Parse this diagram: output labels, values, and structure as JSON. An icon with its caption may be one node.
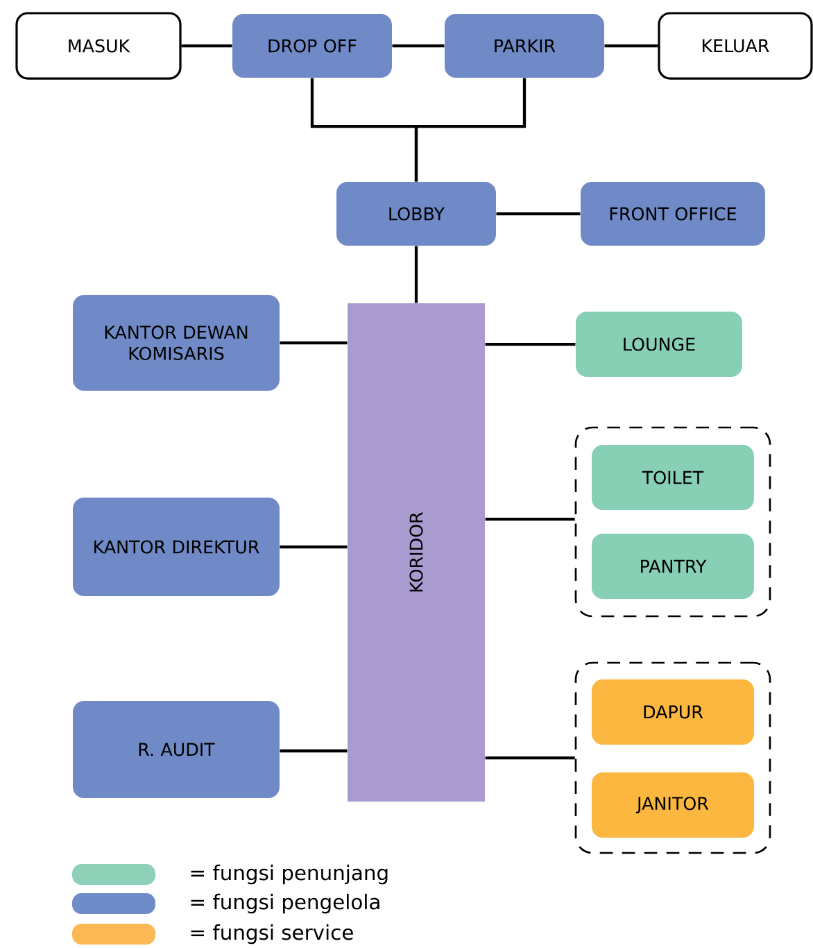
{
  "diagram": {
    "nodes": [
      {
        "text": [
          "MASUK"
        ]
      },
      {
        "text": [
          "DROP OFF"
        ]
      },
      {
        "text": [
          "PARKIR"
        ]
      },
      {
        "text": [
          "KELUAR"
        ]
      },
      {
        "text": [
          "LOBBY"
        ]
      },
      {
        "text": [
          "FRONT OFFICE"
        ]
      },
      {
        "text": [
          "KANTOR DEWAN KOMISARIS"
        ]
      },
      {
        "text": [
          "KORIDOR"
        ]
      },
      {
        "text": [
          "LOUNGE"
        ]
      },
      {
        "text": [],
        "shape": "box"
      },
      {
        "text": [
          "TOILET"
        ],
        "in": 9
      },
      {
        "text": [
          "PANTRY"
        ],
        "in": 9
      },
      {
        "text": [
          "KANTOR DIREKTUR"
        ]
      },
      {
        "text": [],
        "shape": "box"
      },
      {
        "text": [
          "DAPUR"
        ],
        "in": 13
      },
      {
        "text": [
          "JANITOR"
        ],
        "in": 13
      },
      {
        "text": [
          "R. AUDIT"
        ]
      }
    ],
    "edges": [
      {
        "from": 0,
        "to": 1,
        "arrow": "none"
      },
      {
        "from": 1,
        "to": 2,
        "arrow": "none"
      },
      {
        "from": 2,
        "to": 3,
        "arrow": "none"
      },
      {
        "from": 1,
        "to": 4,
        "arrow": "none"
      },
      {
        "from": 2,
        "to": 4,
        "arrow": "none"
      },
      {
        "from": 4,
        "to": 5,
        "arrow": "none"
      },
      {
        "from": 4,
        "to": 7,
        "arrow": "none"
      },
      {
        "from": 6,
        "to": 7,
        "arrow": "none"
      },
      {
        "from": 7,
        "to": 8,
        "arrow": "none"
      },
      {
        "from": 7,
        "to": 9,
        "arrow": "none"
      },
      {
        "from": 12,
        "to": 7,
        "arrow": "none"
      },
      {
        "from": 16,
        "to": 7,
        "arrow": "none"
      },
      {
        "from": 7,
        "to": 13,
        "arrow": "none"
      }
    ],
    "legend": [
      {
        "text": "= fungsi penunjang",
        "color": "#8ed1b8"
      },
      {
        "text": "= fungsi pengelola",
        "color": "#6f8bc8"
      },
      {
        "text": "= fungsi service",
        "color": "#fbb855"
      }
    ]
  }
}
